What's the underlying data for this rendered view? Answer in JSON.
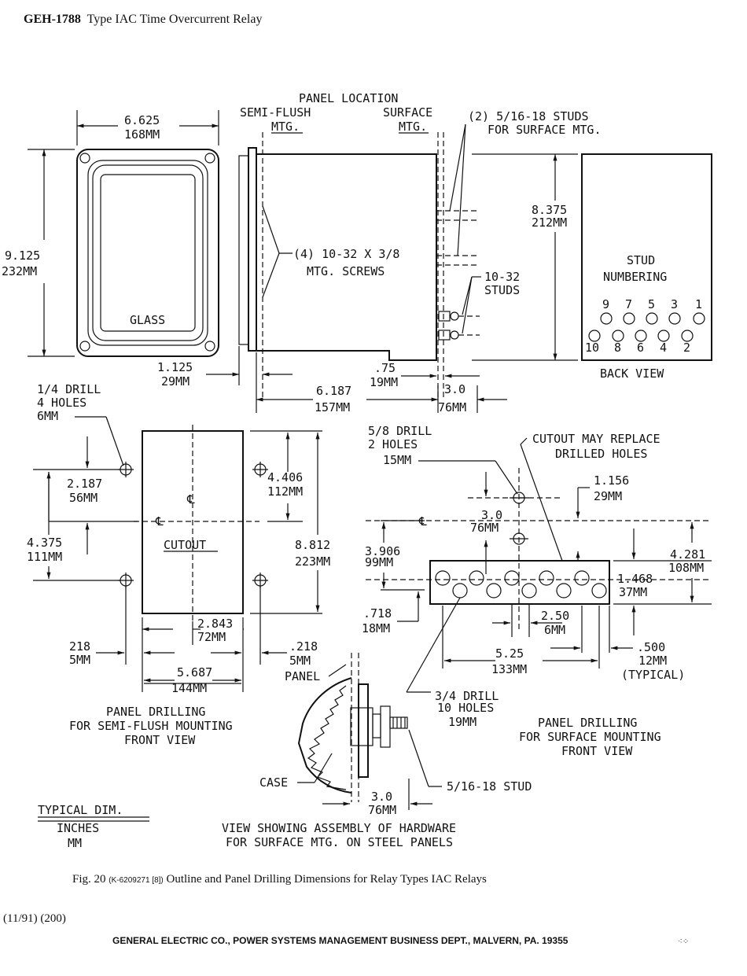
{
  "header": {
    "code": "GEH-1788",
    "title": "Type IAC Time Overcurrent Relay"
  },
  "front": {
    "width_in": "6.625",
    "width_mm": "168MM",
    "height_in": "9.125",
    "height_mm": "232MM",
    "glass": "GLASS"
  },
  "side": {
    "panel_location": "PANEL LOCATION",
    "semi_flush_1": "SEMI-FLUSH",
    "semi_flush_2": "MTG.",
    "surface_1": "SURFACE",
    "surface_2": "MTG.",
    "studs_1": "(2) 5/16-18 STUDS",
    "studs_2": "FOR SURFACE MTG.",
    "screws_1": "(4) 10-32 X 3/8",
    "screws_2": "MTG. SCREWS",
    "s1032_1": "10-32",
    "s1032_2": "STUDS",
    "height_in": "8.375",
    "height_mm": "212MM",
    "d1125_in": "1.125",
    "d1125_mm": "29MM",
    "d075_in": ".75",
    "d075_mm": "19MM",
    "d6187_in": "6.187",
    "d6187_mm": "157MM",
    "d30_in": "3.0",
    "d30_mm": "76MM"
  },
  "back": {
    "title_1": "STUD",
    "title_2": "NUMBERING",
    "top_numbers": [
      "9",
      "7",
      "5",
      "3",
      "1"
    ],
    "bottom_numbers": [
      "10",
      "8",
      "6",
      "4",
      "2"
    ],
    "label": "BACK VIEW"
  },
  "semi_flush": {
    "drill_1": "1/4 DRILL",
    "drill_2": "4 HOLES",
    "drill_3": "6MM",
    "d2187_in": "2.187",
    "d2187_mm": "56MM",
    "d4375_in": "4.375",
    "d4375_mm": "111MM",
    "d4406_in": "4.406",
    "d4406_mm": "112MM",
    "d8812_in": "8.812",
    "d8812_mm": "223MM",
    "cl": "℄",
    "cutout": "CUTOUT",
    "d2843_in": "2.843",
    "d2843_mm": "72MM",
    "d218l_in": "218",
    "d218l_mm": "5MM",
    "d218r_in": ".218",
    "d218r_mm": "5MM",
    "d5687_in": "5.687",
    "d5687_mm": "144MM",
    "panel": "PANEL",
    "label_1": "PANEL DRILLING",
    "label_2": "FOR SEMI-FLUSH MOUNTING",
    "label_3": "FRONT VIEW"
  },
  "surface": {
    "drill_1": "5/8 DRILL",
    "drill_2": "2 HOLES",
    "drill_3": "15MM",
    "note_1": "CUTOUT MAY REPLACE",
    "note_2": "DRILLED HOLES",
    "d1156_in": "1.156",
    "d1156_mm": "29MM",
    "d30_in": "3.0",
    "d30_mm": "76MM",
    "d3906_in": "3.906",
    "d3906_mm": "99MM",
    "d4281_in": "4.281",
    "d4281_mm": "108MM",
    "d1468_in": "1.468",
    "d1468_mm": "37MM",
    "d718_in": ".718",
    "d718_mm": "18MM",
    "d250_in": "2.50",
    "d250_mm": "6MM",
    "d525_in": "5.25",
    "d525_mm": "133MM",
    "d500_in": ".500",
    "d500_mm": "12MM",
    "typical": "(TYPICAL)",
    "drill34_1": "3/4 DRILL",
    "drill34_2": "10 HOLES",
    "drill34_3": "19MM",
    "label_1": "PANEL DRILLING",
    "label_2": "FOR SURFACE MOUNTING",
    "label_3": "FRONT VIEW"
  },
  "assembly": {
    "case": "CASE",
    "stud": "5/16-18 STUD",
    "d30_in": "3.0",
    "d30_mm": "76MM",
    "label_1": "VIEW SHOWING ASSEMBLY OF HARDWARE",
    "label_2": "FOR SURFACE MTG. ON STEEL PANELS"
  },
  "legend": {
    "title": "TYPICAL DIM.",
    "inches": "INCHES",
    "mm": "MM"
  },
  "caption": {
    "fig": "Fig. 20",
    "ref": "(K-6209271 [8])",
    "text": "Outline and Panel Drilling Dimensions for Relay Types IAC Relays"
  },
  "date": "(11/91)  (200)",
  "footer": "GENERAL ELECTRIC CO., POWER SYSTEMS MANAGEMENT BUSINESS DEPT., MALVERN, PA. 19355",
  "mark": "⁖⁘"
}
